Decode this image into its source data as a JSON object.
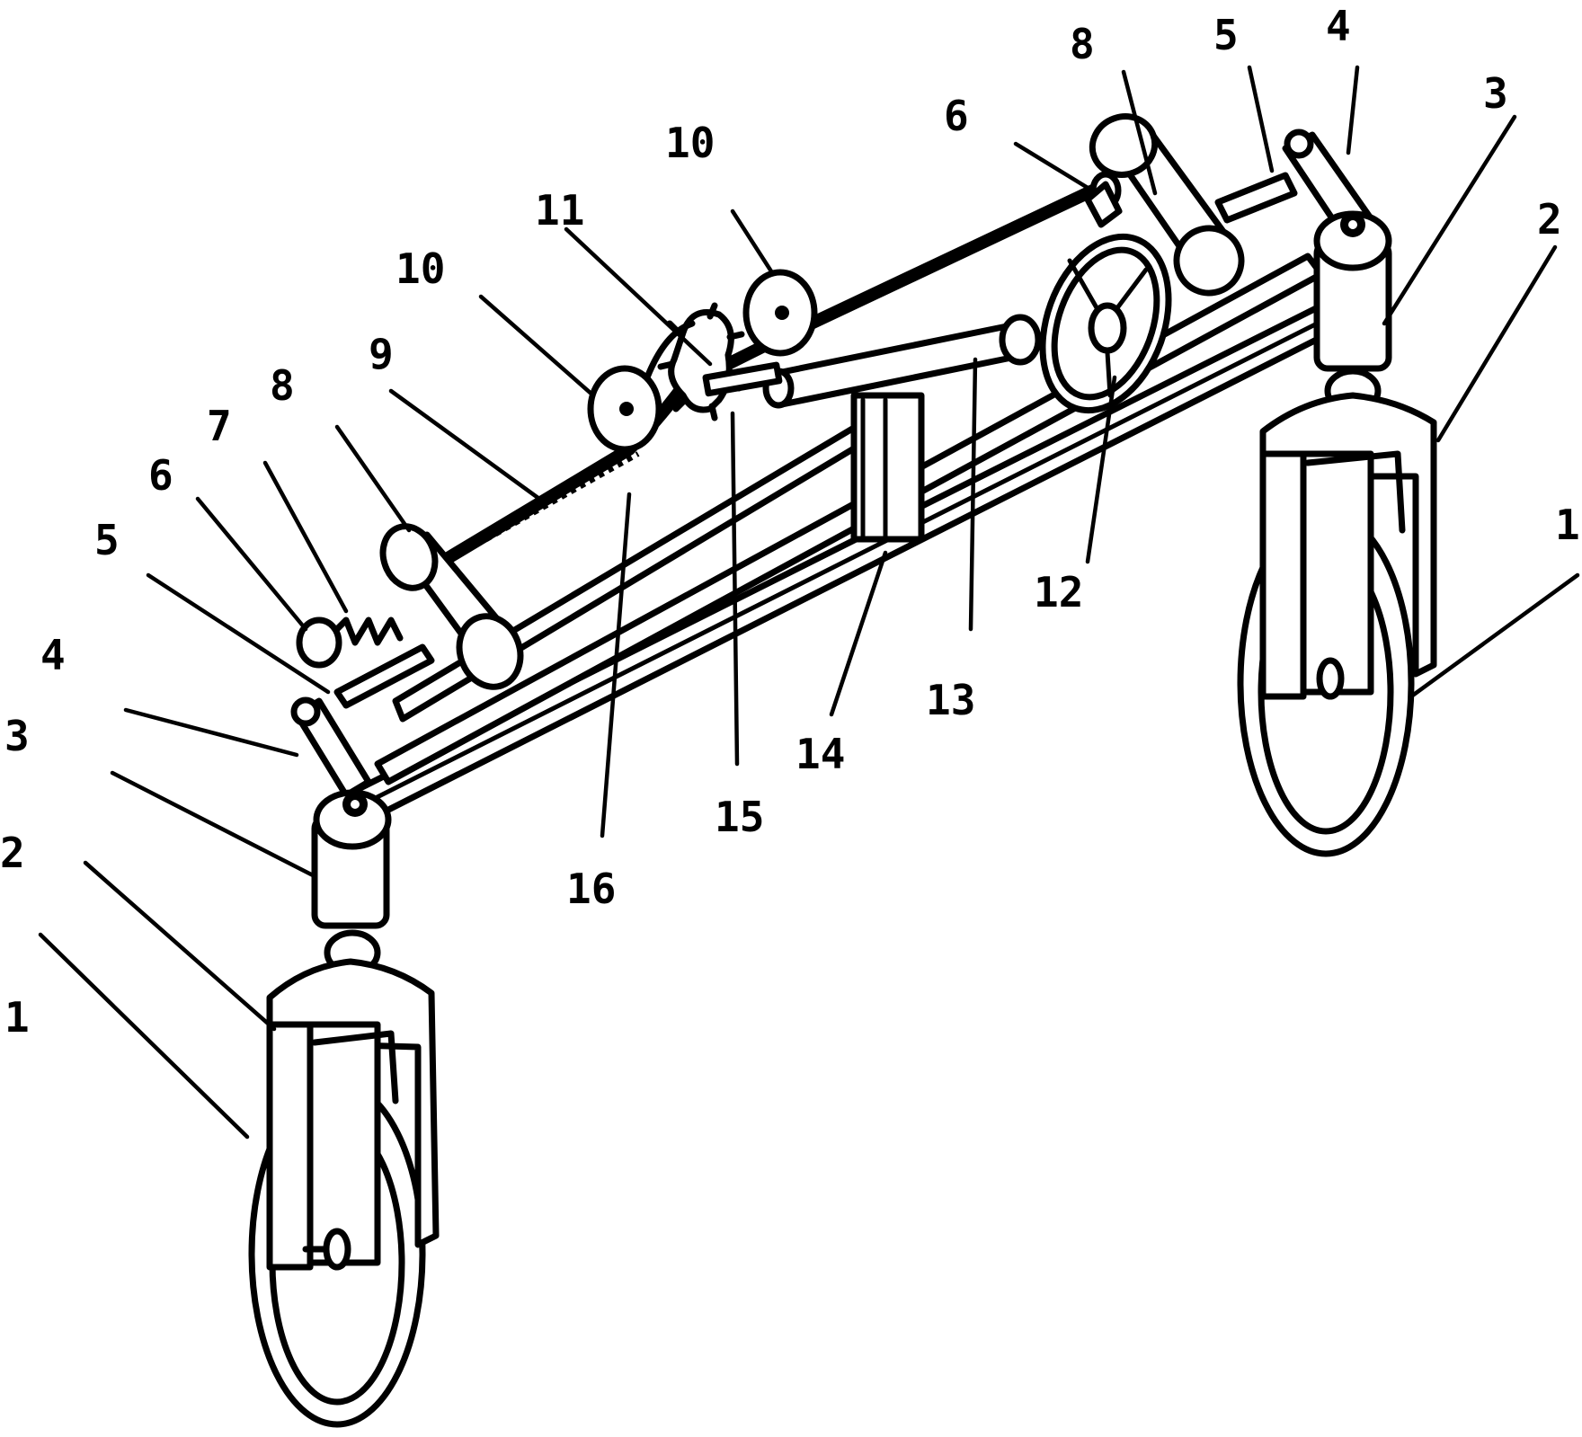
{
  "labels": {
    "left_1": "1",
    "left_2": "2",
    "left_3": "3",
    "left_4": "4",
    "left_5": "5",
    "left_6": "6",
    "left_7": "7",
    "left_8": "8",
    "label_9": "9",
    "left_10": "10",
    "label_11": "11",
    "right_10": "10",
    "right_6": "6",
    "right_8": "8",
    "right_5": "5",
    "right_4": "4",
    "right_3": "3",
    "right_2": "2",
    "right_1": "1",
    "label_12": "12",
    "label_13": "13",
    "label_14": "14",
    "label_15": "15",
    "label_16": "16"
  }
}
